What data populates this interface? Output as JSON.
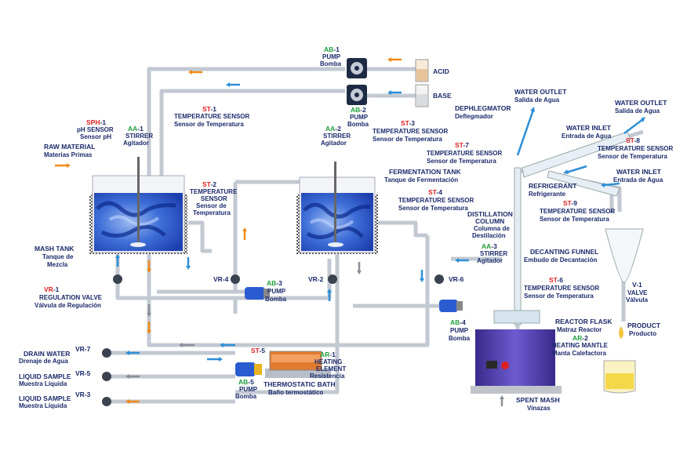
{
  "labels": {
    "ab1": {
      "code": "AB",
      "num": "-1",
      "l1": "PUMP",
      "l2": "Bomba"
    },
    "ab2": {
      "code": "AB",
      "num": "-2",
      "l1": "PUMP",
      "l2": "Bomba"
    },
    "acid": "ACID",
    "base": "BASE",
    "st1": {
      "code": "ST",
      "num": "-1",
      "l1": "TEMPERATURE SENSOR",
      "l2": "Sensor de Temperatura"
    },
    "sph1": {
      "code": "SPH",
      "num": "-1",
      "l1": "pH SENSOR",
      "l2": "Sensor pH"
    },
    "aa1": {
      "code": "AA",
      "num": "-1",
      "l1": "STIRRER",
      "l2": "Agitador"
    },
    "raw": {
      "l1": "RAW MATERIAL",
      "l2": "Materias Primas"
    },
    "aa2": {
      "code": "AA",
      "num": "-2",
      "l1": "STIRRER",
      "l2": "Agitador"
    },
    "st3": {
      "code": "ST",
      "num": "-3",
      "l1": "TEMPERATURE SENSOR",
      "l2": "Sensor de Temperatura"
    },
    "st7": {
      "code": "ST",
      "num": "-7",
      "l1": "TEMPERATURE SENSOR",
      "l2": "Sensor de Temperatura"
    },
    "ferm": {
      "l1": "FERMENTATION TANK",
      "l2": "Tanque de Fermentación"
    },
    "st2": {
      "code": "ST",
      "num": "-2",
      "l1": "TEMPERATURE",
      "l2": "SENSOR",
      "l3": "Sensor de",
      "l4": "Temperatura"
    },
    "st4": {
      "code": "ST",
      "num": "-4",
      "l1": "TEMPERATURE SENSOR",
      "l2": "Sensor de Temperatura"
    },
    "mash": {
      "l1": "MASH TANK",
      "l2": "Tanque de",
      "l3": "Mezcla"
    },
    "dist": {
      "l1": "DISTILLATION",
      "l2": "COLUMN",
      "l3": "Columna de",
      "l4": "Destilación"
    },
    "vr1": {
      "code": "VR-1",
      "l1": "REGULATION VALVE",
      "l2": "Válvula de Regulación"
    },
    "vr4": "VR-4",
    "ab3": {
      "code": "AB",
      "num": "-3",
      "l1": "PUMP",
      "l2": "Bomba"
    },
    "vr2": "VR-2",
    "vr6": "VR-6",
    "aa3": {
      "code": "AA",
      "num": "-3",
      "l1": "STIRRER",
      "l2": "Agitador"
    },
    "ab4": {
      "code": "AB",
      "num": "-4",
      "l1": "PUMP",
      "l2": "Bomba"
    },
    "st6": {
      "code": "ST",
      "num": "-6",
      "l1": "TEMPERATURE SENSOR",
      "l2": "Sensor de Temperatura"
    },
    "reactor": {
      "l1": "REACTOR FLASK",
      "l2": "Matraz Reactor"
    },
    "ar2": {
      "code": "AR",
      "num": "-2",
      "l1": "HEATING MANTLE",
      "l2": "Manta Calefactora"
    },
    "drain": {
      "l1": "DRAIN WATER",
      "l2": "Drenaje de Agua",
      "code": "VR-7"
    },
    "liq1": {
      "l1": "LIQUID SAMPLE",
      "l2": "Muestra Líquida",
      "code": "VR-5"
    },
    "liq2": {
      "l1": "LIQUID SAMPLE",
      "l2": "Muestra Líquida",
      "code": "VR-3"
    },
    "st5": {
      "code": "ST",
      "num": "-5"
    },
    "ar1": {
      "code": "AR",
      "num": "-1",
      "l1": "HEATING",
      "l2": "ELEMENT",
      "l3": "Resistencia"
    },
    "ab5": {
      "code": "AB",
      "num": "-5",
      "l1": "PUMP",
      "l2": "Bomba"
    },
    "bath": {
      "l1": "THERMOSTATIC BATH",
      "l2": "Baño termostático"
    },
    "spent": {
      "l1": "SPENT MASH",
      "l2": "Vinazas"
    },
    "product": {
      "l1": "PRODUCT",
      "l2": "Producto"
    },
    "v1": {
      "l1": "V-1",
      "l2": "VALVE",
      "l3": "Válvula"
    },
    "decant": {
      "l1": "DECANTING FUNNEL",
      "l2": "Embudo de Decantación"
    },
    "st9": {
      "code": "ST",
      "num": "-9",
      "l1": "TEMPERATURE SENSOR",
      "l2": "Sensor de Temperatura"
    },
    "refrig": {
      "l1": "REFRIGERANT",
      "l2": "Refrigerante"
    },
    "wi2": {
      "l1": "WATER INLET",
      "l2": "Entrada de Agua"
    },
    "st8": {
      "code": "ST",
      "num": "-8",
      "l1": "TEMPERATURE SENSOR",
      "l2": "Sensor de Temperatura"
    },
    "wi1": {
      "l1": "WATER INLET",
      "l2": "Entrada de Agua"
    },
    "wo1": {
      "l1": "WATER OUTLET",
      "l2": "Salida de Agua"
    },
    "wo2": {
      "l1": "WATER OUTLET",
      "l2": "Salida de Agua"
    },
    "dephl": {
      "l1": "DEPHLEGMATOR",
      "l2": "Deflegmador"
    }
  },
  "colors": {
    "label": "#1b2a6b",
    "code_red": "#e02020",
    "code_green": "#1f9e3a",
    "pipe": "#c9ced6",
    "arrow_blue": "#2d8fd6",
    "arrow_orange": "#f08a1c",
    "arrow_gray": "#8a8f96",
    "water": "#2a5fd0"
  }
}
